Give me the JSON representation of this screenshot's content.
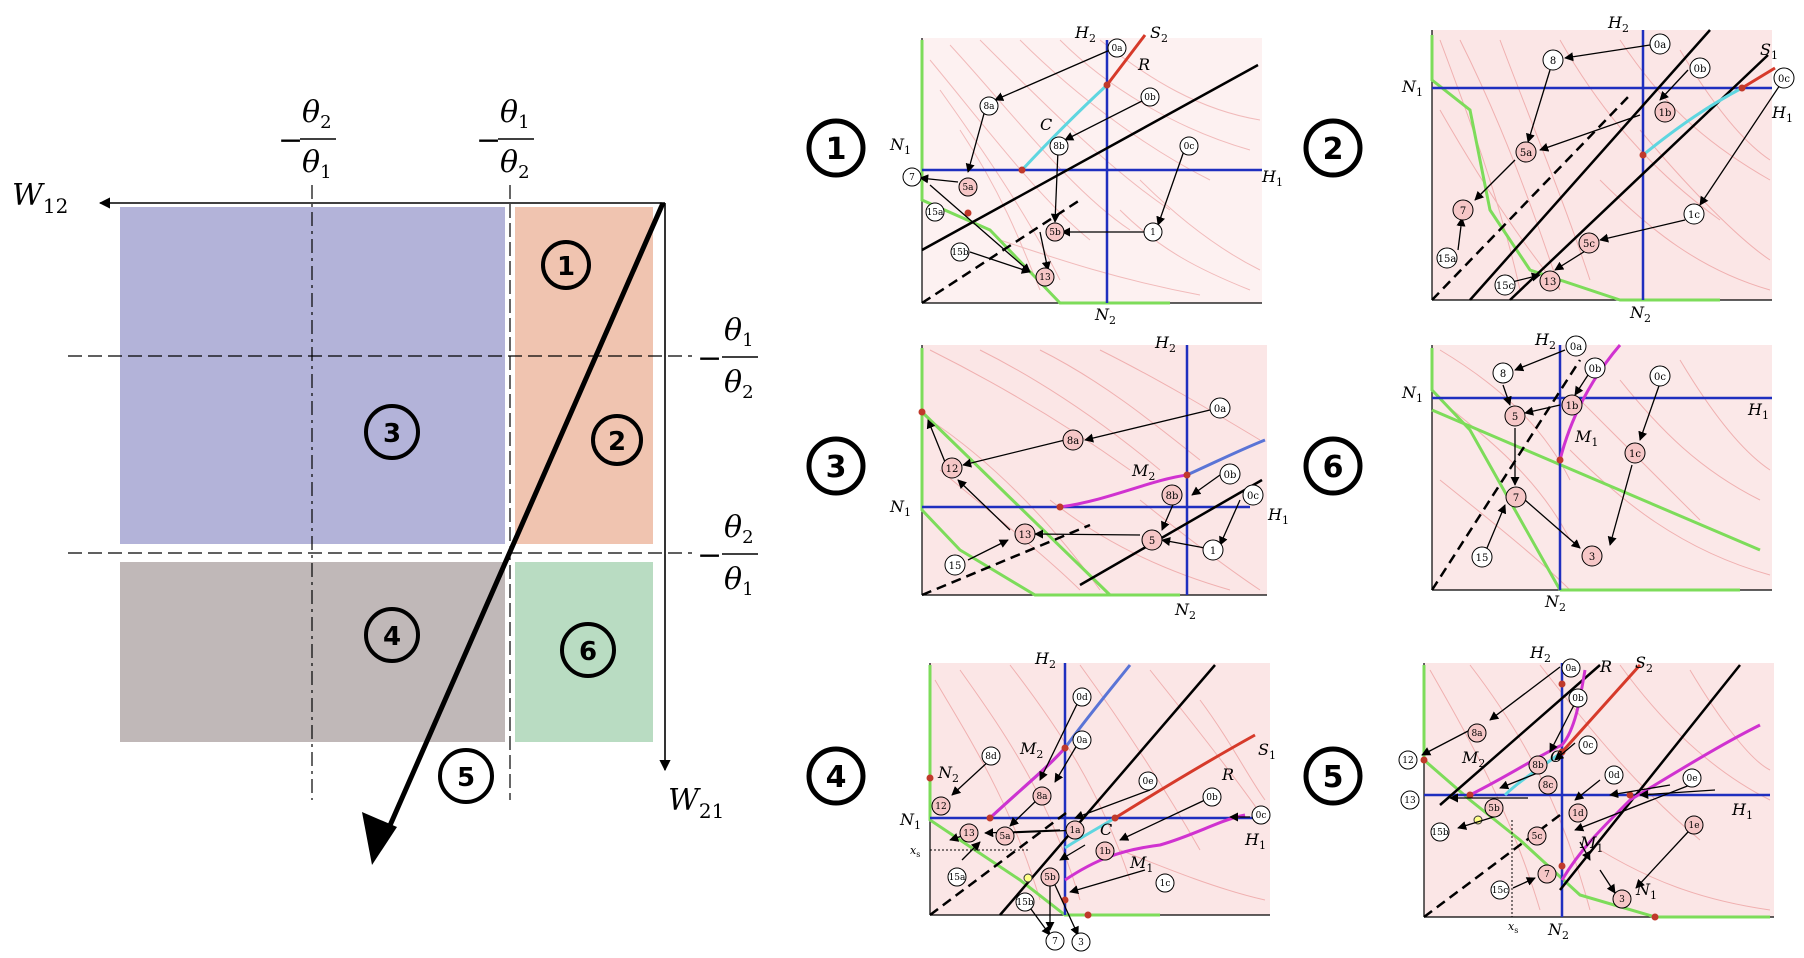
{
  "left_diagram": {
    "axis_x_label": {
      "main": "W",
      "sub": "12"
    },
    "axis_y_label": {
      "main": "W",
      "sub": "21"
    },
    "frac_top_a": {
      "sign": "−",
      "num": "θ",
      "num_sub": "2",
      "den": "θ",
      "den_sub": "1"
    },
    "frac_top_b": {
      "sign": "−",
      "num": "θ",
      "num_sub": "1",
      "den": "θ",
      "den_sub": "2"
    },
    "frac_right_a": {
      "sign": "−",
      "num": "θ",
      "num_sub": "1",
      "den": "θ",
      "den_sub": "2"
    },
    "frac_right_b": {
      "sign": "−",
      "num": "θ",
      "num_sub": "2",
      "den": "θ",
      "den_sub": "1"
    },
    "regions": [
      "1",
      "2",
      "3",
      "4",
      "5",
      "6"
    ],
    "colors": {
      "region3": "#b3b3d9",
      "region2": "#f0c4b0",
      "region4": "#c0b8b8",
      "region6": "#b9dcc2"
    }
  },
  "panels": [
    {
      "id": "1",
      "labels": {
        "H2": "H",
        "H2s": "2",
        "H1": "H",
        "H1s": "1",
        "N1": "N",
        "N1s": "1",
        "N2": "N",
        "N2s": "2",
        "S": "S",
        "Ss": "2",
        "R": "R",
        "C": "C"
      },
      "nodes": [
        "0a",
        "0b",
        "0c",
        "8a",
        "8b",
        "5a",
        "5b",
        "7",
        "15a",
        "15b",
        "13",
        "1"
      ]
    },
    {
      "id": "2",
      "labels": {
        "H2": "H",
        "H2s": "2",
        "H1": "H",
        "H1s": "1",
        "N1": "N",
        "N1s": "1",
        "N2": "N",
        "N2s": "2",
        "S": "S",
        "Ss": "1"
      },
      "nodes": [
        "0a",
        "0b",
        "0c",
        "8",
        "1b",
        "5a",
        "1c",
        "7",
        "5c",
        "15a",
        "15c",
        "13"
      ]
    },
    {
      "id": "3",
      "labels": {
        "H2": "H",
        "H2s": "2",
        "H1": "H",
        "H1s": "1",
        "N1": "N",
        "N1s": "1",
        "N2": "N",
        "N2s": "2",
        "M": "M",
        "Ms": "2"
      },
      "nodes": [
        "0a",
        "8a",
        "12",
        "0b",
        "8b",
        "0c",
        "13",
        "5",
        "1",
        "15"
      ]
    },
    {
      "id": "6",
      "labels": {
        "H2": "H",
        "H2s": "2",
        "H1": "H",
        "H1s": "1",
        "N1": "N",
        "N1s": "1",
        "N2": "N",
        "N2s": "2",
        "M": "M",
        "Ms": "1"
      },
      "nodes": [
        "0a",
        "0b",
        "0c",
        "8",
        "1b",
        "5",
        "1c",
        "7",
        "15",
        "3"
      ]
    },
    {
      "id": "4",
      "labels": {
        "H2": "H",
        "H2s": "2",
        "H1": "H",
        "H1s": "1",
        "N1": "N",
        "N1s": "1",
        "N2": "N",
        "N2s": "2",
        "M2": "M",
        "M2s": "2",
        "M1": "M",
        "M1s": "1",
        "S": "S",
        "Ss": "1",
        "R": "R",
        "C": "C",
        "xs": "x",
        "xss": "s"
      },
      "nodes": [
        "0d",
        "0a",
        "8d",
        "8a",
        "0e",
        "0b",
        "0c",
        "12",
        "13",
        "5a",
        "1a",
        "1b",
        "15a",
        "5b",
        "15b",
        "1c",
        "7",
        "3"
      ]
    },
    {
      "id": "5",
      "labels": {
        "H2": "H",
        "H2s": "2",
        "H1": "H",
        "H1s": "1",
        "N1": "N",
        "N1s": "1",
        "N2": "N",
        "N2s": "2",
        "M2": "M",
        "M2s": "2",
        "M1": "M",
        "M1s": "1",
        "S": "S",
        "Ss": "2",
        "R": "R",
        "C": "C",
        "xs": "x",
        "xss": "s"
      },
      "nodes": [
        "0a",
        "0b",
        "0c",
        "0d",
        "0e",
        "8a",
        "8b",
        "8c",
        "12",
        "13",
        "5b",
        "1d",
        "5c",
        "1e",
        "15b",
        "15c",
        "7",
        "3"
      ]
    }
  ]
}
